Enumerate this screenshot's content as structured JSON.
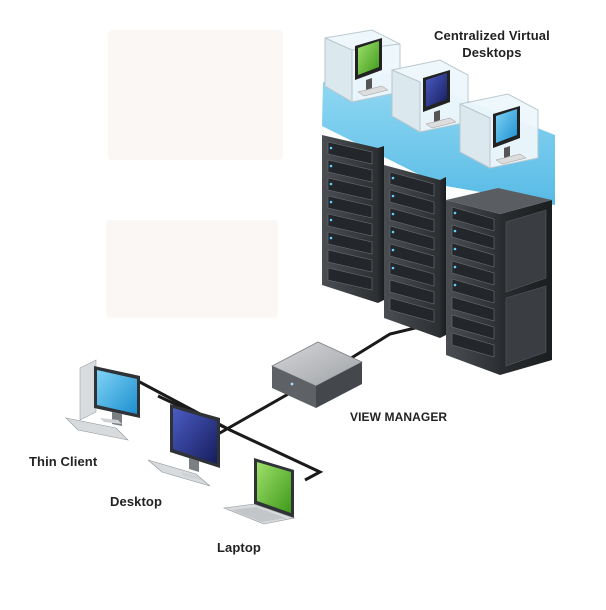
{
  "labels": {
    "virtual_desktops_line1": "Centralized Virtual",
    "virtual_desktops_line2": "Desktops",
    "view_manager": "VIEW MANAGER",
    "thin_client": "Thin Client",
    "desktop": "Desktop",
    "laptop": "Laptop"
  },
  "colors": {
    "accent_band": "#6cc8ec",
    "screen_green": "#59b22a",
    "screen_navy": "#27307a",
    "screen_blue": "#23a4e0",
    "rack_body": "#3a3d40",
    "cable": "#1a1a1a"
  },
  "icons": [
    "server-rack-icon",
    "virtual-desktop-cube-icon",
    "view-manager-box-icon",
    "thin-client-icon",
    "desktop-pc-icon",
    "laptop-icon"
  ]
}
